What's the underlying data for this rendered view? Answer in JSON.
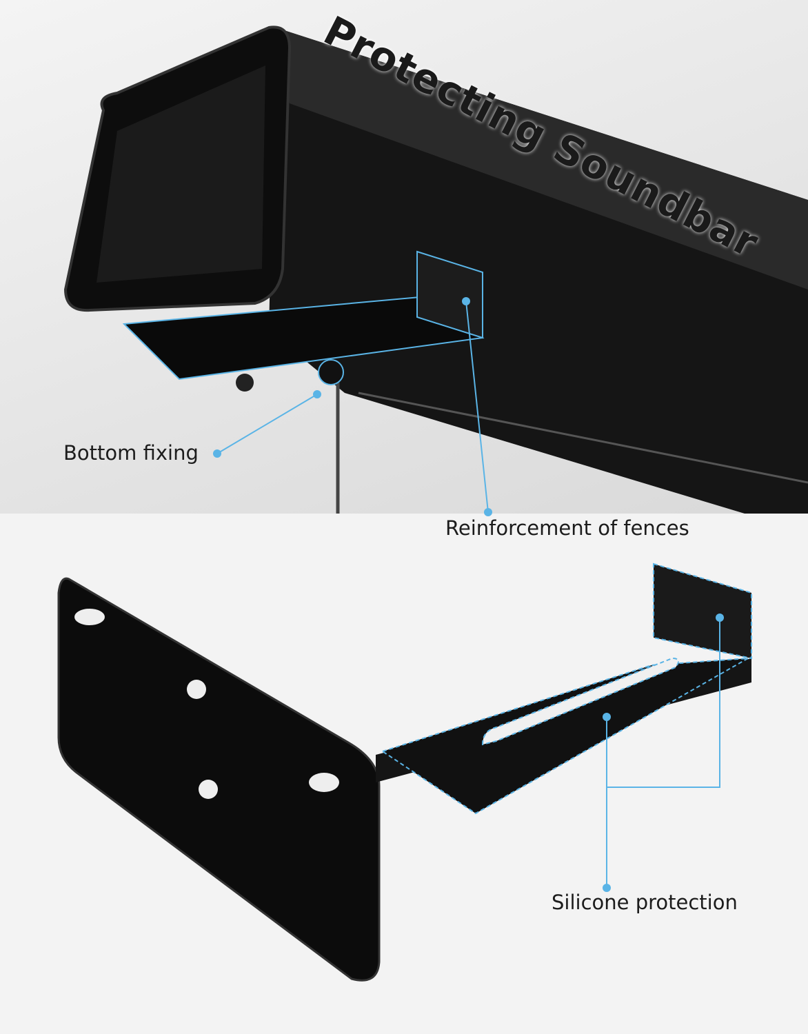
{
  "title": "Protecting Soundbar",
  "callouts": {
    "bottom_fixing": "Bottom fixing",
    "reinforcement": "Reinforcement of fences",
    "silicone": "Silicone protection"
  },
  "colors": {
    "accent": "#5ab4e6",
    "product": "#111111"
  }
}
